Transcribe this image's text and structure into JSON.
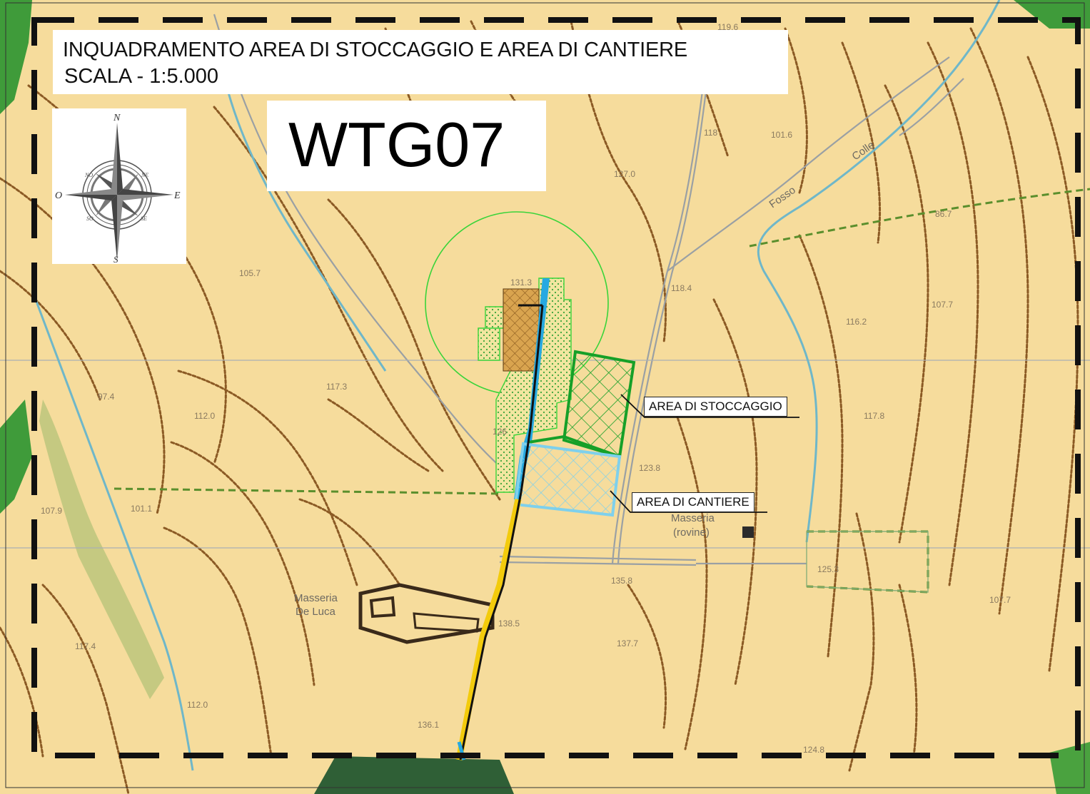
{
  "title": {
    "line1": "INQUADRAMENTO AREA DI STOCCAGGIO E AREA DI CANTIERE",
    "line2": "SCALA - 1:5.000"
  },
  "turbine_code": "WTG07",
  "compass": {
    "n": "N",
    "s": "S",
    "e": "E",
    "o": "O",
    "ne": "NE",
    "no": "NO",
    "se": "SE",
    "so": "SO"
  },
  "callouts": {
    "storage": "AREA DI STOCCAGGIO",
    "site": "AREA DI CANTIERE"
  },
  "map_labels": {
    "place_masseria_de_luca_1": "Masseria",
    "place_masseria_de_luca_2": "De Luca",
    "place_masseria_1": "Masseria",
    "place_masseria_2": "(rovine)",
    "fosso_1": "Fosso",
    "fosso_2": "Colle",
    "elev": [
      "119.6",
      "118",
      "101.6",
      "127.0",
      "86.7",
      "118.4",
      "107.7",
      "116.2",
      "131.3",
      "117.3",
      "112.0",
      "97.4",
      "117.8",
      "126",
      "123.8",
      "101.1",
      "107.9",
      "125.3",
      "135.8",
      "138.5",
      "137.7",
      "107.7",
      "117.4",
      "112.0",
      "136.1",
      "124.8",
      "105.7"
    ]
  },
  "colors": {
    "base": "#f6dc9c",
    "contour": "#8b5a24",
    "frame": "#111111",
    "turbine_buffer": "#39d43a",
    "storage_area": "#16a028",
    "site_area": "#7ed0ec",
    "cable_route": "#f3cb0c",
    "road": "#9aa0a4",
    "stream": "#6fb7c9"
  },
  "icons": [
    "compass-rose-icon"
  ]
}
